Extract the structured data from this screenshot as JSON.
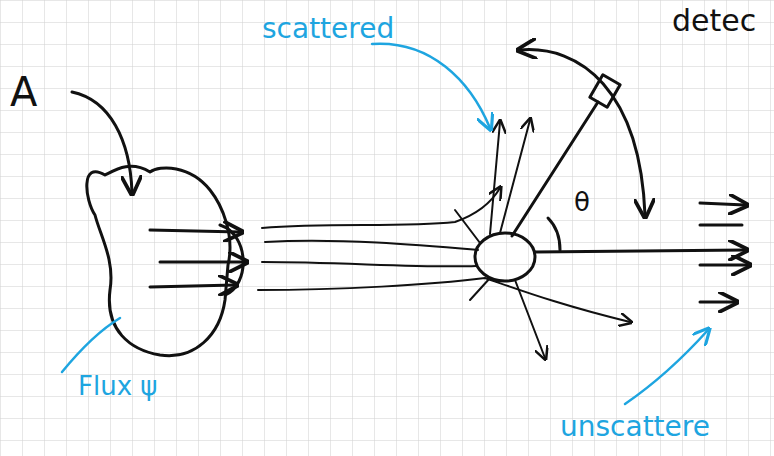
{
  "diagram": {
    "labels": [
      "A",
      "scattered",
      "detec",
      "θ",
      "Flux ψ",
      "unscattere"
    ]
  }
}
